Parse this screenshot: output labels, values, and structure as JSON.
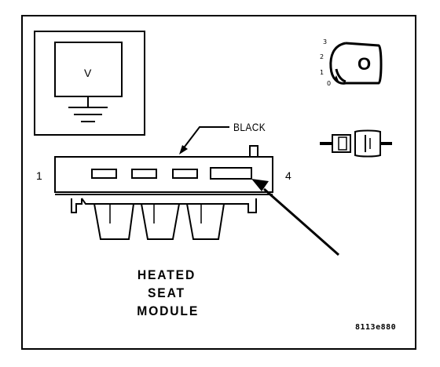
{
  "meter": {
    "label": "V"
  },
  "connector": {
    "pin_left": "1",
    "pin_right": "4",
    "wire_label": "BLACK"
  },
  "ignition_key": {
    "positions": [
      "3",
      "2",
      "1",
      "0"
    ],
    "key_letter": "O"
  },
  "caption": [
    "HEATED",
    "SEAT",
    "MODULE"
  ],
  "figure_id": "8113e880"
}
